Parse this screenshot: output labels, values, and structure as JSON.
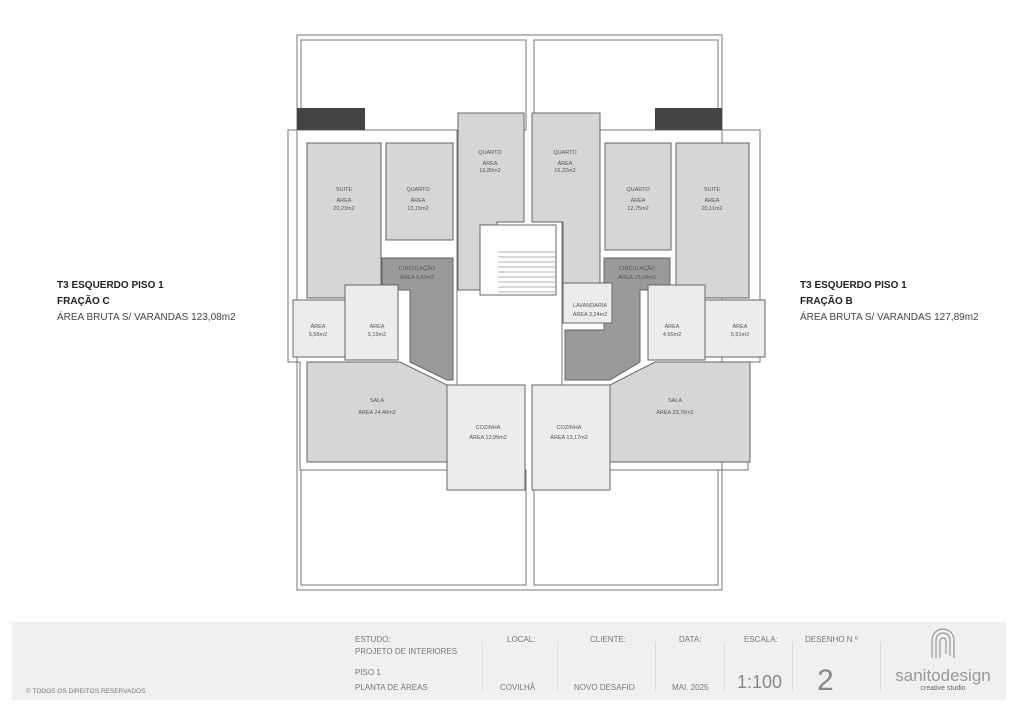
{
  "left_unit": {
    "title": "T3 ESQUERDO PISO 1",
    "fraction": "FRAÇÃO C",
    "area": "ÁREA BRUTA S/ VARANDAS 123,08m2"
  },
  "right_unit": {
    "title": "T3 ESQUERDO PISO 1",
    "fraction": "FRAÇÃO B",
    "area": "ÁREA BRUTA S/ VARANDAS 127,89m2"
  },
  "rooms": {
    "suite_l": {
      "name": "SUITE",
      "label": "ÁREA",
      "area": "20,23m2"
    },
    "quarto_l": {
      "name": "QUARTO",
      "label": "ÁREA",
      "area": "13,15m2"
    },
    "quarto_cl": {
      "name": "QUARTO",
      "label": "ÁREA",
      "area": "16,80m2"
    },
    "quarto_cr": {
      "name": "QUARTO",
      "label": "ÁREA",
      "area": "16,22m2"
    },
    "quarto_r": {
      "name": "QUARTO",
      "label": "ÁREA",
      "area": "12,75m2"
    },
    "suite_r": {
      "name": "SUITE",
      "label": "ÁREA",
      "area": "20,11m2"
    },
    "circ_l": {
      "name": "CIRCULAÇÃO",
      "area": "ÁREA 9,60m2"
    },
    "circ_r": {
      "name": "CIRCULAÇÃO",
      "area": "ÁREA 13,04m2"
    },
    "lavandaria": {
      "name": "LAVANDARIA",
      "area": "ÁREA 3,24m2"
    },
    "wc_l1": {
      "label": "ÁREA",
      "area": "5,56m2"
    },
    "wc_l2": {
      "label": "ÁREA",
      "area": "5,15m2"
    },
    "wc_r1": {
      "label": "ÁREA",
      "area": "4,95m2"
    },
    "wc_r2": {
      "label": "ÁREA",
      "area": "5,91m2"
    },
    "sala_l": {
      "name": "SALA",
      "area": "ÁREA 24,46m2"
    },
    "sala_r": {
      "name": "SALA",
      "area": "ÁREA 23,76m2"
    },
    "cozinha_l": {
      "name": "COZINHA",
      "area": "ÁREA 12,95m2"
    },
    "cozinha_r": {
      "name": "COZINHA",
      "area": "ÁREA 13,17m2"
    }
  },
  "title_block": {
    "copyright": "© TODOS OS DIREITOS RESERVADOS",
    "estudo_label": "ESTUDO:",
    "estudo_value": "PROJETO DE INTERIORES",
    "piso": "PISO 1",
    "drawing": "PLANTA DE ÁREAS",
    "local_label": "LOCAL:",
    "local_value": "COVILHÃ",
    "cliente_label": "CLIENTE:",
    "cliente_value": "NOVO DESAFIO",
    "data_label": "DATA:",
    "data_value": "MAI. 2025",
    "escala_label": "ESCALA:",
    "escala_value": "1:100",
    "desenho_label": "DESENHO N.º",
    "desenho_value": "2",
    "logo_text": "sanitodesign",
    "logo_sub": "creative studio"
  }
}
